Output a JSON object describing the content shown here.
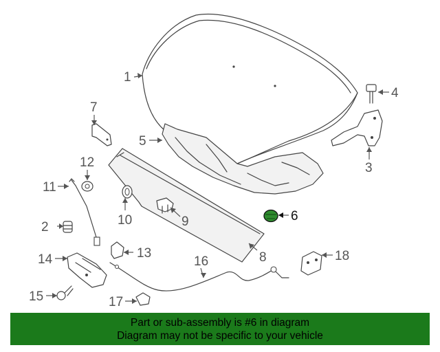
{
  "callouts": {
    "c1": "1",
    "c2": "2",
    "c3": "3",
    "c4": "4",
    "c5": "5",
    "c6": "6",
    "c7": "7",
    "c8": "8",
    "c9": "9",
    "c10": "10",
    "c11": "11",
    "c12": "12",
    "c13": "13",
    "c14": "14",
    "c15": "15",
    "c16": "16",
    "c17": "17",
    "c18": "18"
  },
  "banner": {
    "line1": "Part or sub-assembly is #6 in diagram",
    "line2": "Diagram may not be specific to your vehicle",
    "color": "#1b7a1b"
  },
  "highlight": {
    "part": "6",
    "color": "#2e8b2e"
  }
}
